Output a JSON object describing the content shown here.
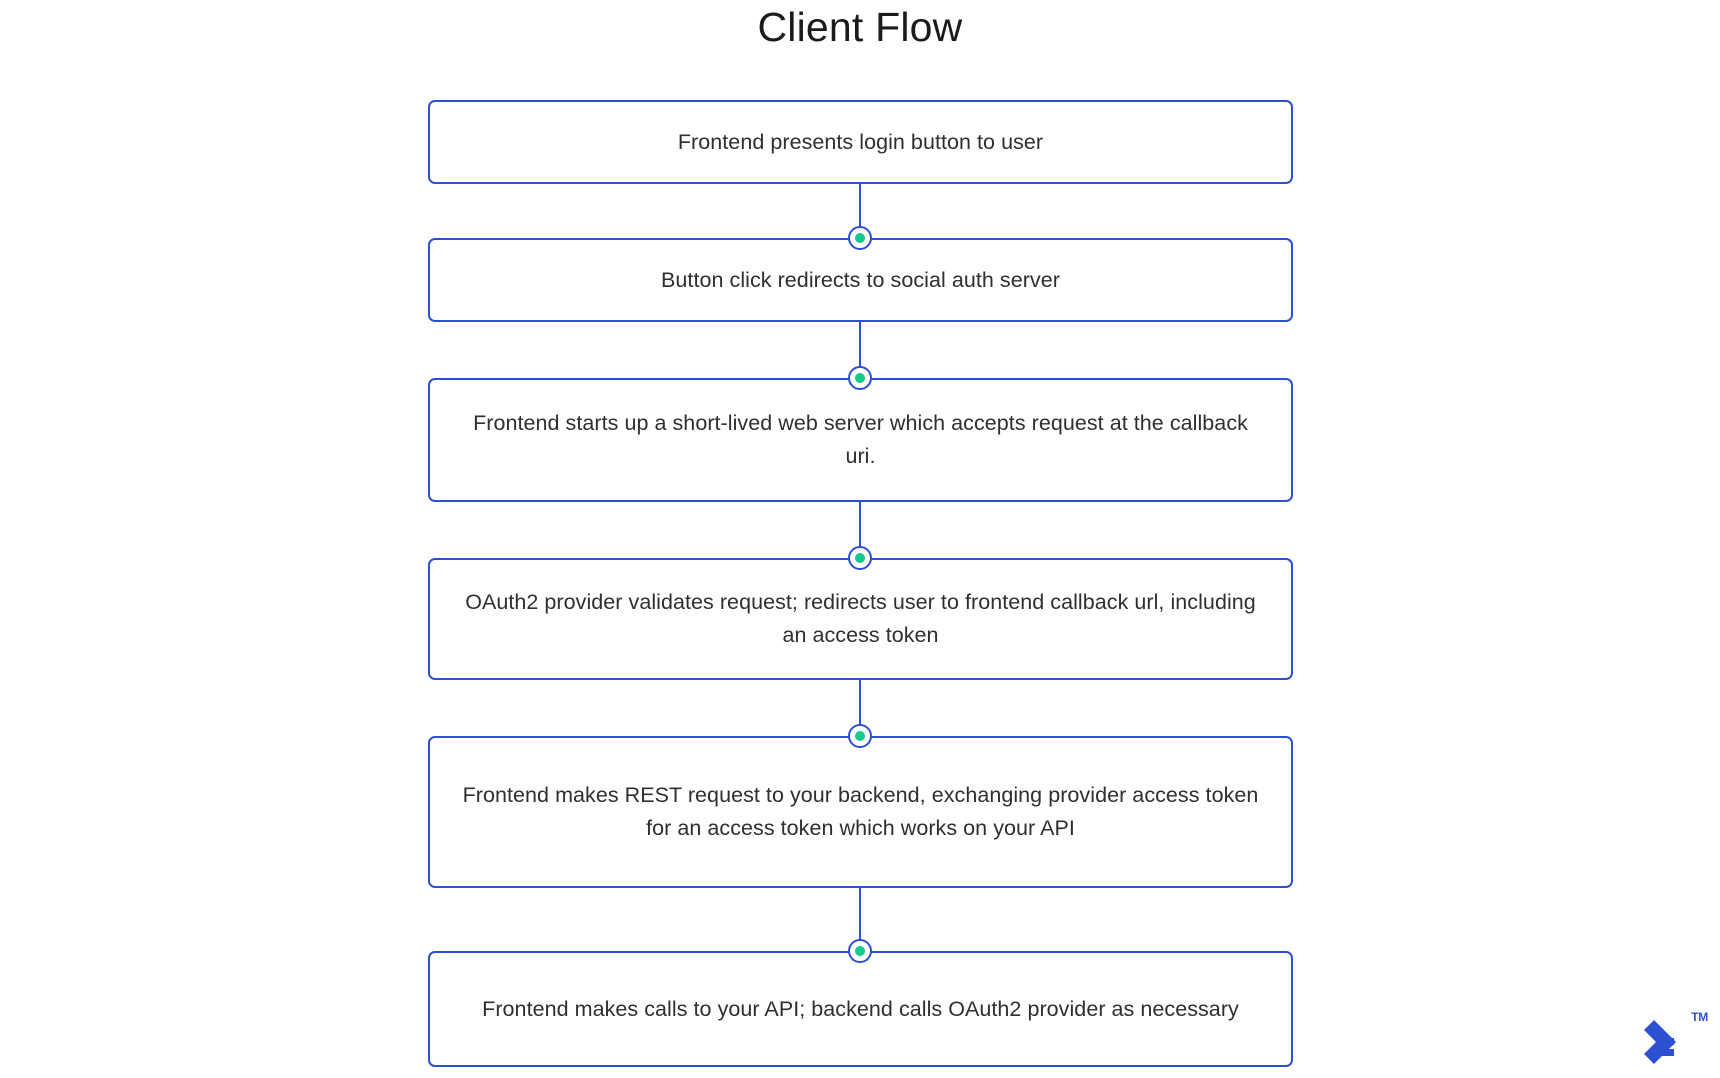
{
  "title": "Client Flow",
  "colors": {
    "node_border": "#2d50d2",
    "node_fill": "#ffffff",
    "connector": "#2d50d2",
    "marker_ring": "#2d50d2",
    "marker_dot": "#16c98d",
    "text": "#2f2f2f",
    "title_text": "#1b1b1b",
    "logo": "#2d50d2",
    "background": "#ffffff"
  },
  "chart_data": {
    "type": "flowchart",
    "title": "Client Flow",
    "orientation": "top-to-bottom",
    "node_count": 6,
    "edge_count": 5,
    "nodes": [
      {
        "id": "n1",
        "label": "Frontend presents login button to user"
      },
      {
        "id": "n2",
        "label": "Button click redirects to social auth server"
      },
      {
        "id": "n3",
        "label": "Frontend starts up a short-lived web server which accepts request at the callback uri."
      },
      {
        "id": "n4",
        "label": "OAuth2 provider validates request; redirects user to frontend callback url, including an access token"
      },
      {
        "id": "n5",
        "label": "Frontend makes REST request to your backend, exchanging provider access token for an access token which works on your API"
      },
      {
        "id": "n6",
        "label": "Frontend makes calls to your API; backend calls OAuth2 provider as necessary"
      }
    ],
    "edges": [
      {
        "from": "n1",
        "to": "n2",
        "label": ""
      },
      {
        "from": "n2",
        "to": "n3",
        "label": ""
      },
      {
        "from": "n3",
        "to": "n4",
        "label": ""
      },
      {
        "from": "n4",
        "to": "n5",
        "label": ""
      },
      {
        "from": "n5",
        "to": "n6",
        "label": ""
      }
    ]
  },
  "nodes": {
    "n1": {
      "label": "Frontend presents login button to user"
    },
    "n2": {
      "label": "Button click redirects to social auth server"
    },
    "n3": {
      "label": "Frontend starts up a short-lived web server which accepts request at the callback uri."
    },
    "n4": {
      "label": "OAuth2 provider validates request; redirects user to frontend callback url, including an access token"
    },
    "n5": {
      "label": "Frontend makes REST request to your backend, exchanging provider access token for an access token which works on your API"
    },
    "n6": {
      "label": "Frontend makes calls to your API; backend calls OAuth2 provider as necessary"
    }
  },
  "branding": {
    "trademark": "TM",
    "logo_name": "toptal-logo"
  }
}
